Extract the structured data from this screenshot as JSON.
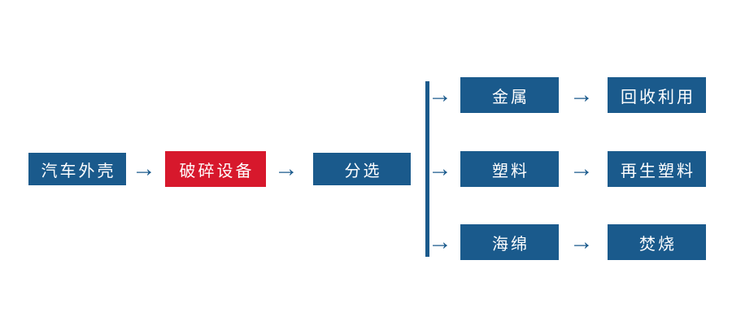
{
  "page": {
    "background": "#ffffff",
    "description": "汽车外壳回收处理流程图"
  },
  "colors": {
    "primary_blue": "#1a5a8c",
    "accent_red": "#d7182c",
    "text_white": "#ffffff"
  },
  "icons": {
    "arrow": {
      "name": "right-arrow-icon",
      "glyph": "→"
    }
  },
  "flowchart": {
    "main_nodes": [
      {
        "id": "car-shell",
        "label": "汽车外壳",
        "style": "blue"
      },
      {
        "id": "crusher",
        "label": "破碎设备",
        "style": "red"
      },
      {
        "id": "sorting",
        "label": "分选",
        "style": "blue"
      }
    ],
    "branches": [
      {
        "material": "金属",
        "outcome": "回收利用"
      },
      {
        "material": "塑料",
        "outcome": "再生塑料"
      },
      {
        "material": "海绵",
        "outcome": "焚烧"
      }
    ]
  }
}
